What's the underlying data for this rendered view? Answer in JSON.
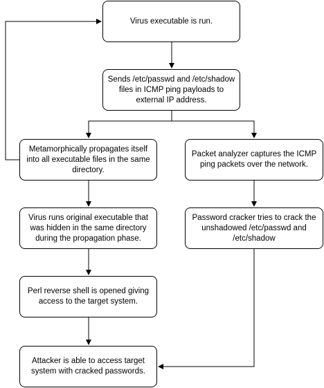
{
  "nodes": {
    "run": "Virus executable is run.",
    "sends": "Sends /etc/passwd and /etc/shadow\nfiles in ICMP ping payloads to\nexternal IP address.",
    "propagates": "Metamorphically propagates itself\ninto all executable files in the same\ndirectory.",
    "analyzer": "Packet analyzer captures the ICMP\nping packets over the network.",
    "original": "Virus runs original executable that\nwas hidden in the same directory\nduring the propagation phase.",
    "cracker": "Password cracker tries to crack the\nunshadowed /etc/passwd and\n/etc/shadow",
    "shell": "Perl reverse shell is opened giving\naccess to the target system.",
    "attacker": "Attacker is able to access target\nsystem with cracked passwords."
  },
  "colors": {
    "stroke": "#000000",
    "fill": "#ffffff"
  }
}
